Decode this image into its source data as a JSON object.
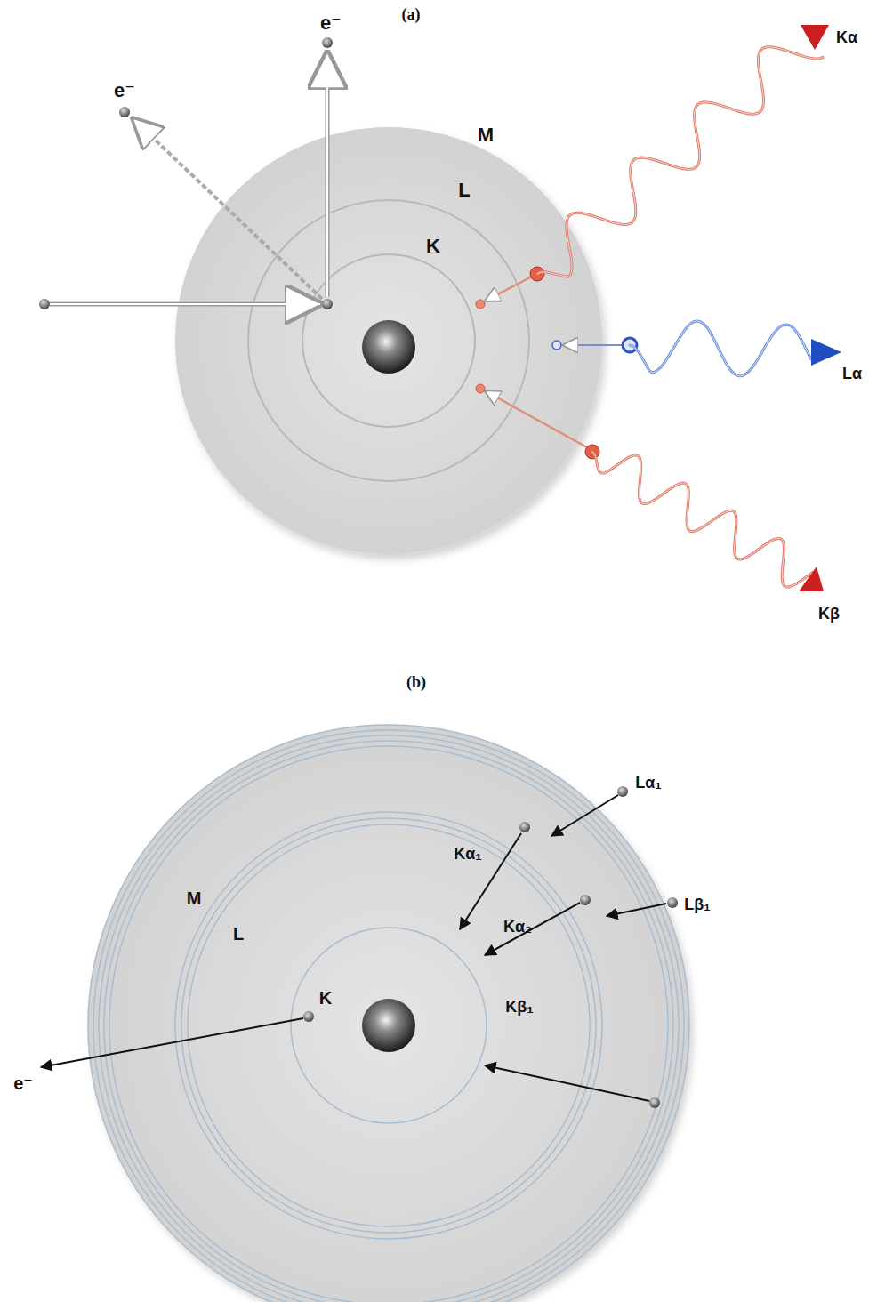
{
  "diagram": {
    "labels": [
      "(a)",
      "e⁻",
      "e⁻",
      "M",
      "L",
      "K",
      "Kα",
      "Lα",
      "Kβ",
      "(b)",
      "M",
      "L",
      "K",
      "Kα₁",
      "Kα₂",
      "Kβ₁",
      "Lα₁",
      "Lβ₁",
      "e⁻"
    ]
  }
}
